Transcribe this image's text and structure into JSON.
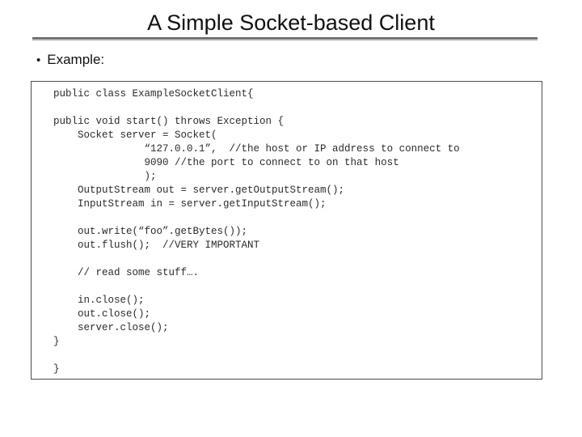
{
  "slide": {
    "title": "A Simple Socket-based Client",
    "bullet": {
      "marker": "•",
      "label": "Example:"
    }
  },
  "code": {
    "lines": [
      "public class ExampleSocketClient{",
      "",
      "public void start() throws Exception {",
      "    Socket server = Socket(",
      "               “127.0.0.1”,  //the host or IP address to connect to",
      "               9090 //the port to connect to on that host",
      "               );",
      "    OutputStream out = server.getOutputStream();",
      "    InputStream in = server.getInputStream();",
      "",
      "    out.write(“foo”.getBytes());",
      "    out.flush();  //VERY IMPORTANT",
      "",
      "    // read some stuff….",
      "",
      "    in.close();",
      "    out.close();",
      "    server.close();",
      "}",
      "",
      "}"
    ]
  },
  "colors": {
    "rule_dark": "#636363",
    "rule_light": "#ababab",
    "box_border": "#4c4c4c",
    "text": "#111111"
  }
}
